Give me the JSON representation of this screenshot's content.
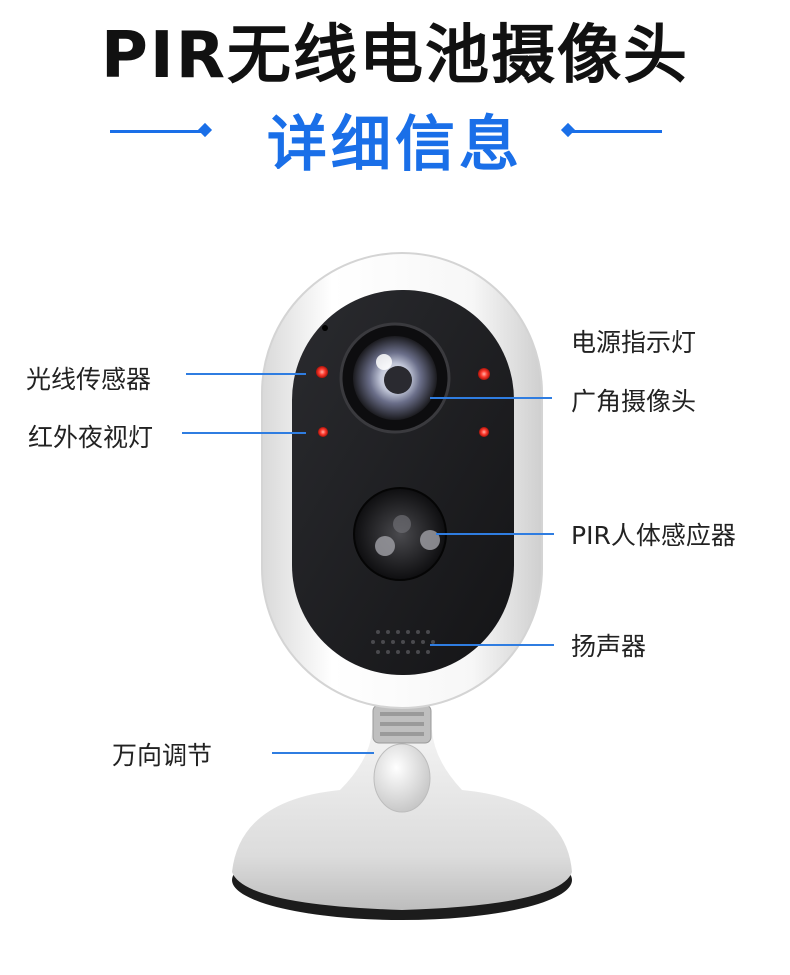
{
  "header": {
    "title": "PIR无线电池摄像头",
    "subtitle": "详细信息"
  },
  "labels": {
    "light_sensor": "光线传感器",
    "ir_night_light": "红外夜视灯",
    "indicator_light": "电源指示灯",
    "wide_angle_camera": "广角摄像头",
    "pir_sensor": "PIR人体感应器",
    "speaker": "扬声器",
    "universal_joint": "万向调节"
  },
  "colors": {
    "accent": "#1a6fe8",
    "pointer": "#2f7de1",
    "body_shell": "#f2f2f2",
    "face_panel": "#1e1f22",
    "led_red": "#ff3b2f"
  }
}
